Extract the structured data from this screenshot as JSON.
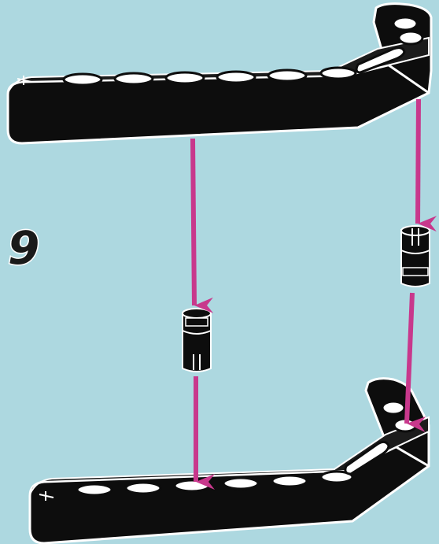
{
  "step": {
    "number": "9"
  },
  "colors": {
    "background": "#add8e0",
    "part": "#0d0d0d",
    "outline": "#ffffff",
    "arrow": "#c8388c"
  },
  "parts": [
    {
      "name": "top-angled-beam",
      "icon": "liftarm-bent"
    },
    {
      "name": "left-connector-pin",
      "icon": "friction-pin"
    },
    {
      "name": "right-connector-pin",
      "icon": "friction-pin"
    },
    {
      "name": "bottom-angled-beam",
      "icon": "liftarm-bent"
    }
  ],
  "arrows": [
    {
      "name": "left-arrow-upper",
      "direction": "down"
    },
    {
      "name": "left-arrow-lower",
      "direction": "down"
    },
    {
      "name": "right-arrow-upper",
      "direction": "down"
    },
    {
      "name": "right-arrow-lower",
      "direction": "down"
    }
  ]
}
